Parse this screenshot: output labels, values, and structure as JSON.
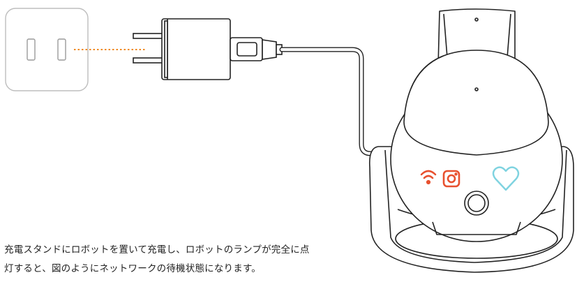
{
  "illustration": {
    "outlet": {
      "icon": "wall-outlet"
    },
    "adapter": {
      "icon": "usb-power-adapter"
    },
    "cable": {
      "icon": "usb-cable"
    },
    "robot": {
      "icons": [
        "wifi-icon",
        "camera-icon",
        "heart-icon",
        "power-button"
      ],
      "status_colors": {
        "wifi": "#e8512f",
        "camera": "#e8512f",
        "heart": "#7fd3e0"
      }
    },
    "connection_line_color": "#f08a24"
  },
  "caption": {
    "line1": "充電スタンドにロボットを置いて充電し、ロボットのランプが完全に点",
    "line2": "灯すると、図のようにネットワークの待機状態になります。"
  }
}
